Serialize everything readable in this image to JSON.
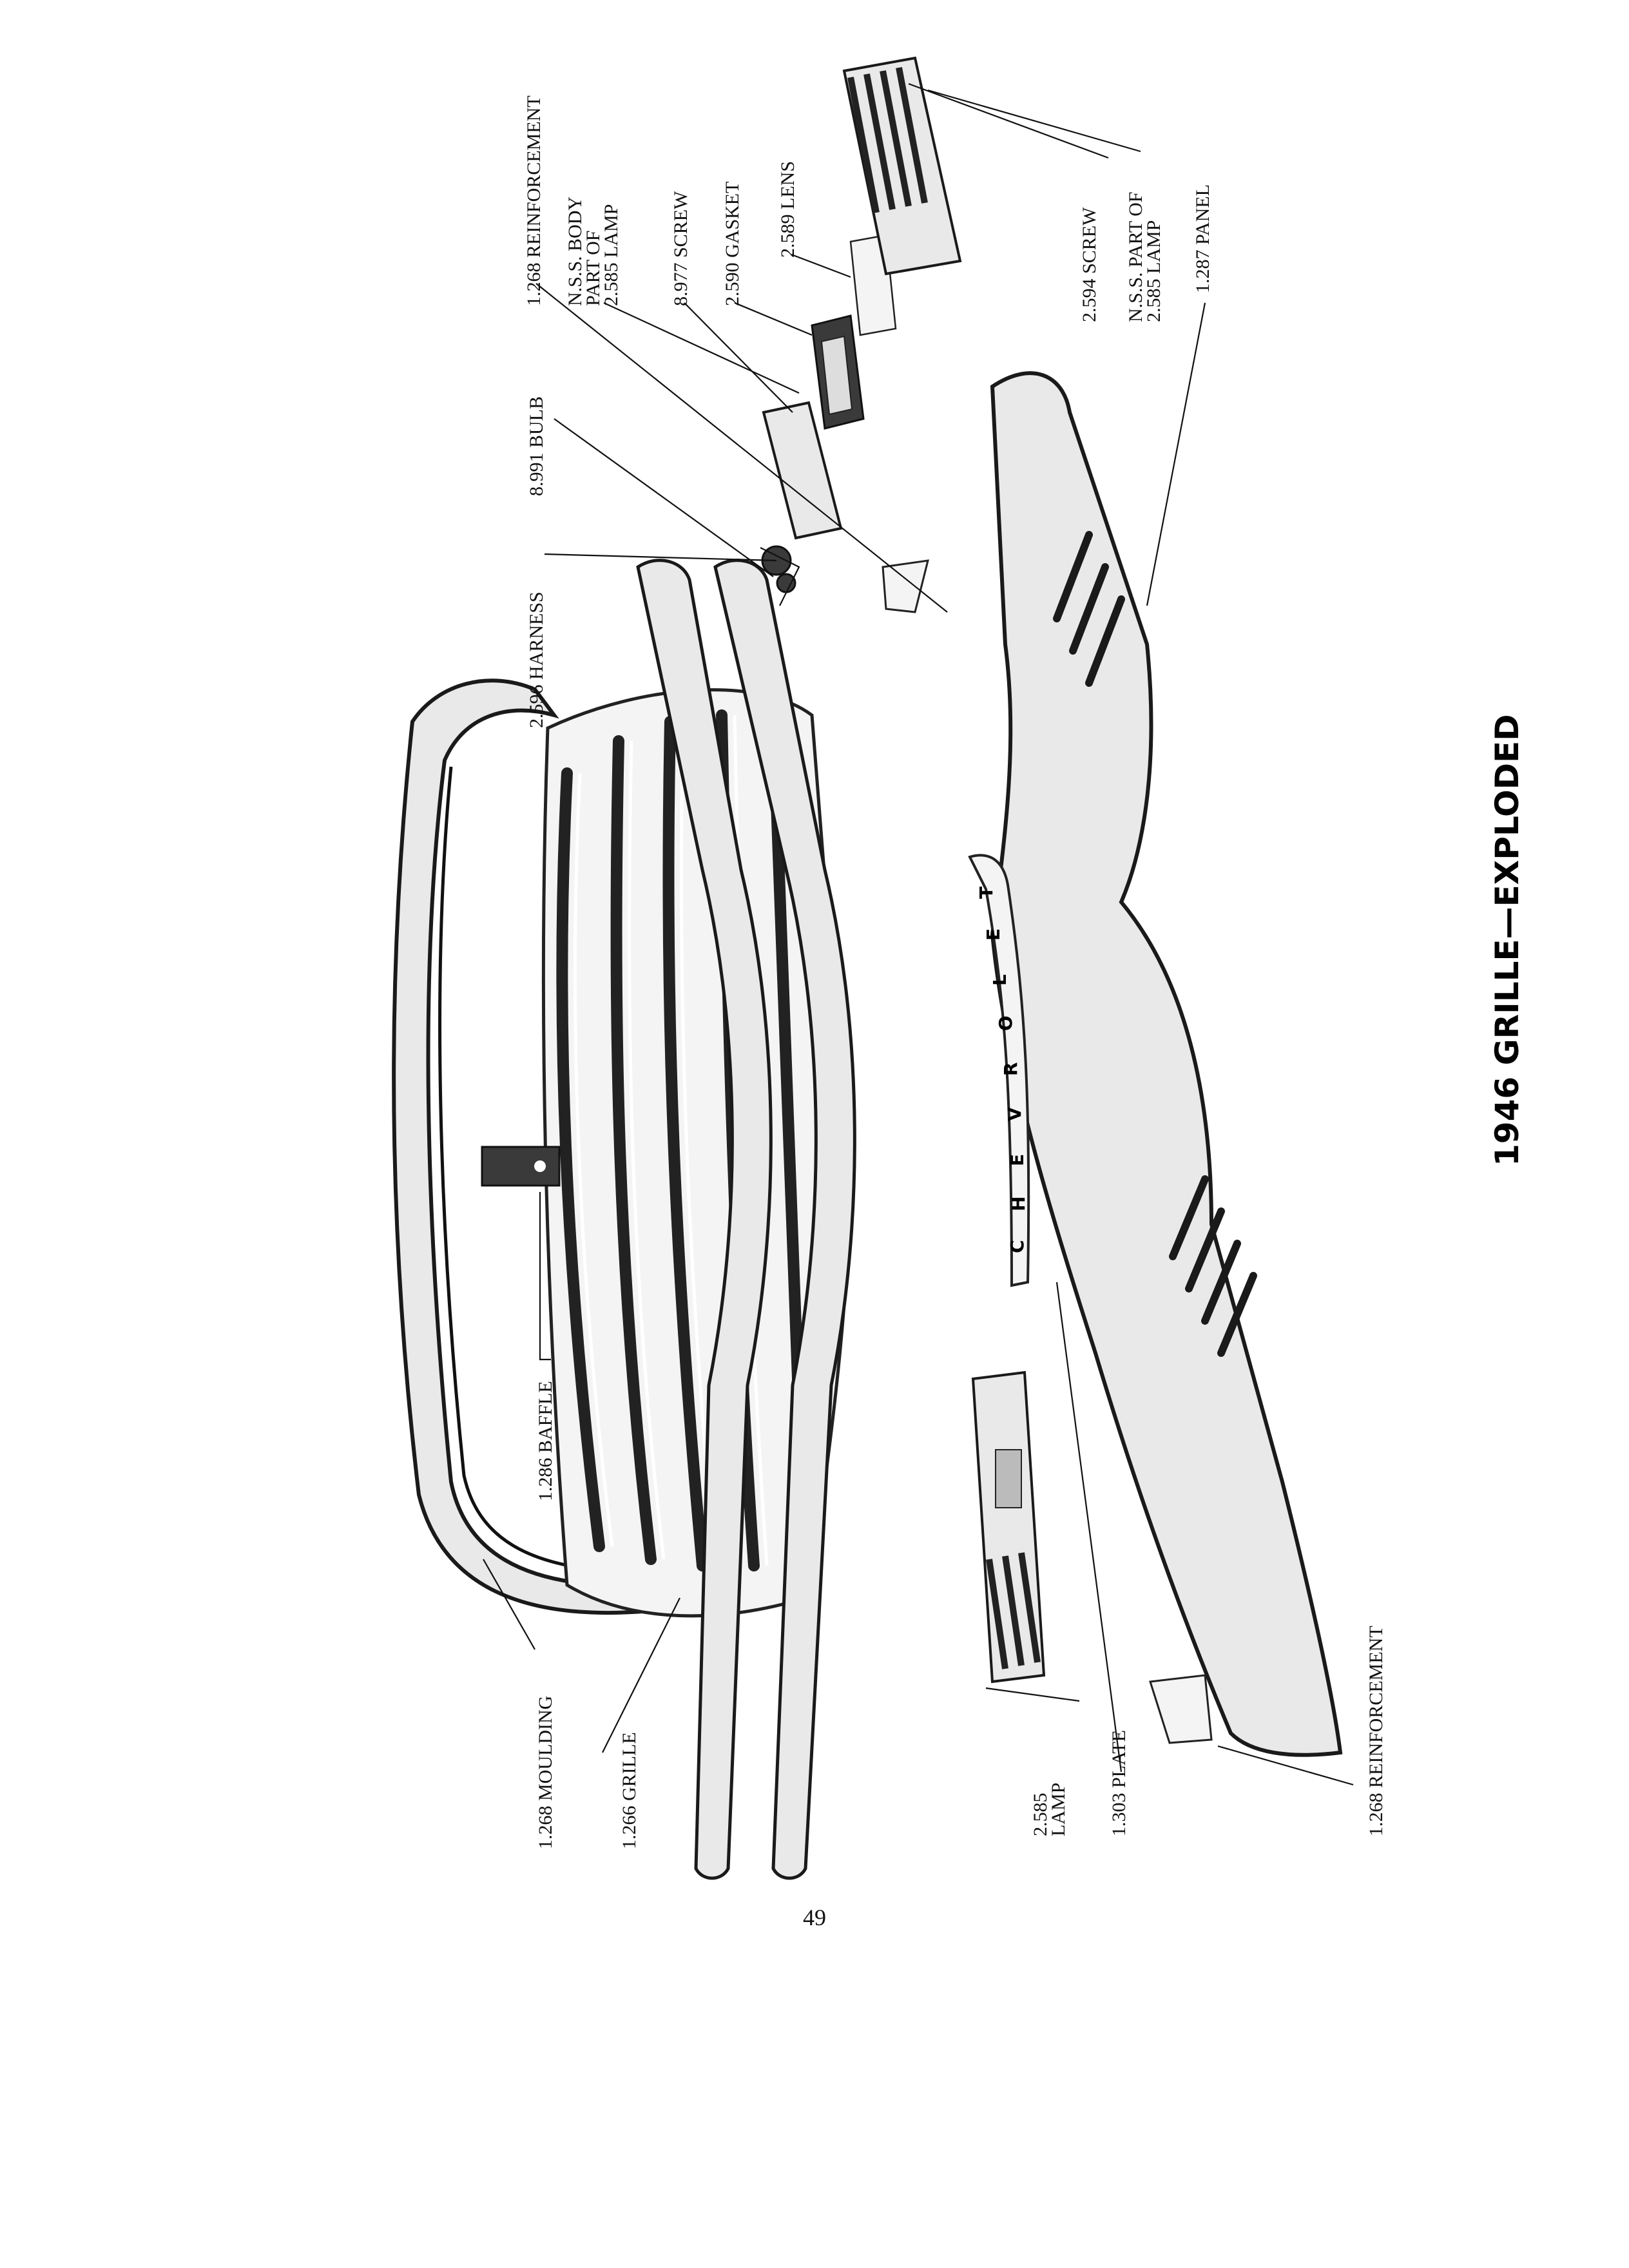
{
  "title": "1946 GRILLE—EXPLODED",
  "page_number": "49",
  "labels": {
    "reinforcement_top": "1.268 REINFORCEMENT",
    "nss_body_1": "N.S.S. BODY",
    "nss_body_2": "PART OF",
    "nss_body_3": "2.585 LAMP",
    "screw_8977": "8.977 SCREW",
    "gasket": "2.590 GASKET",
    "lens": "2.589 LENS",
    "bulb": "8.991 BULB",
    "harness": "2.596 HARNESS",
    "screw_2594": "2.594 SCREW",
    "nss_part_1": "N.S.S. PART OF",
    "nss_part_2": "2.585 LAMP",
    "panel": "1.287 PANEL",
    "baffle": "1.286 BAFFLE",
    "moulding": "1.268 MOULDING",
    "grille": "1.266 GRILLE",
    "lamp_1": "2.585",
    "lamp_2": "LAMP",
    "plate": "1.303 PLATE",
    "reinforcement_bottom": "1.268 REINFORCEMENT"
  },
  "nameplate_letters": [
    "C",
    "H",
    "E",
    "V",
    "R",
    "O",
    "L",
    "E",
    "T"
  ]
}
